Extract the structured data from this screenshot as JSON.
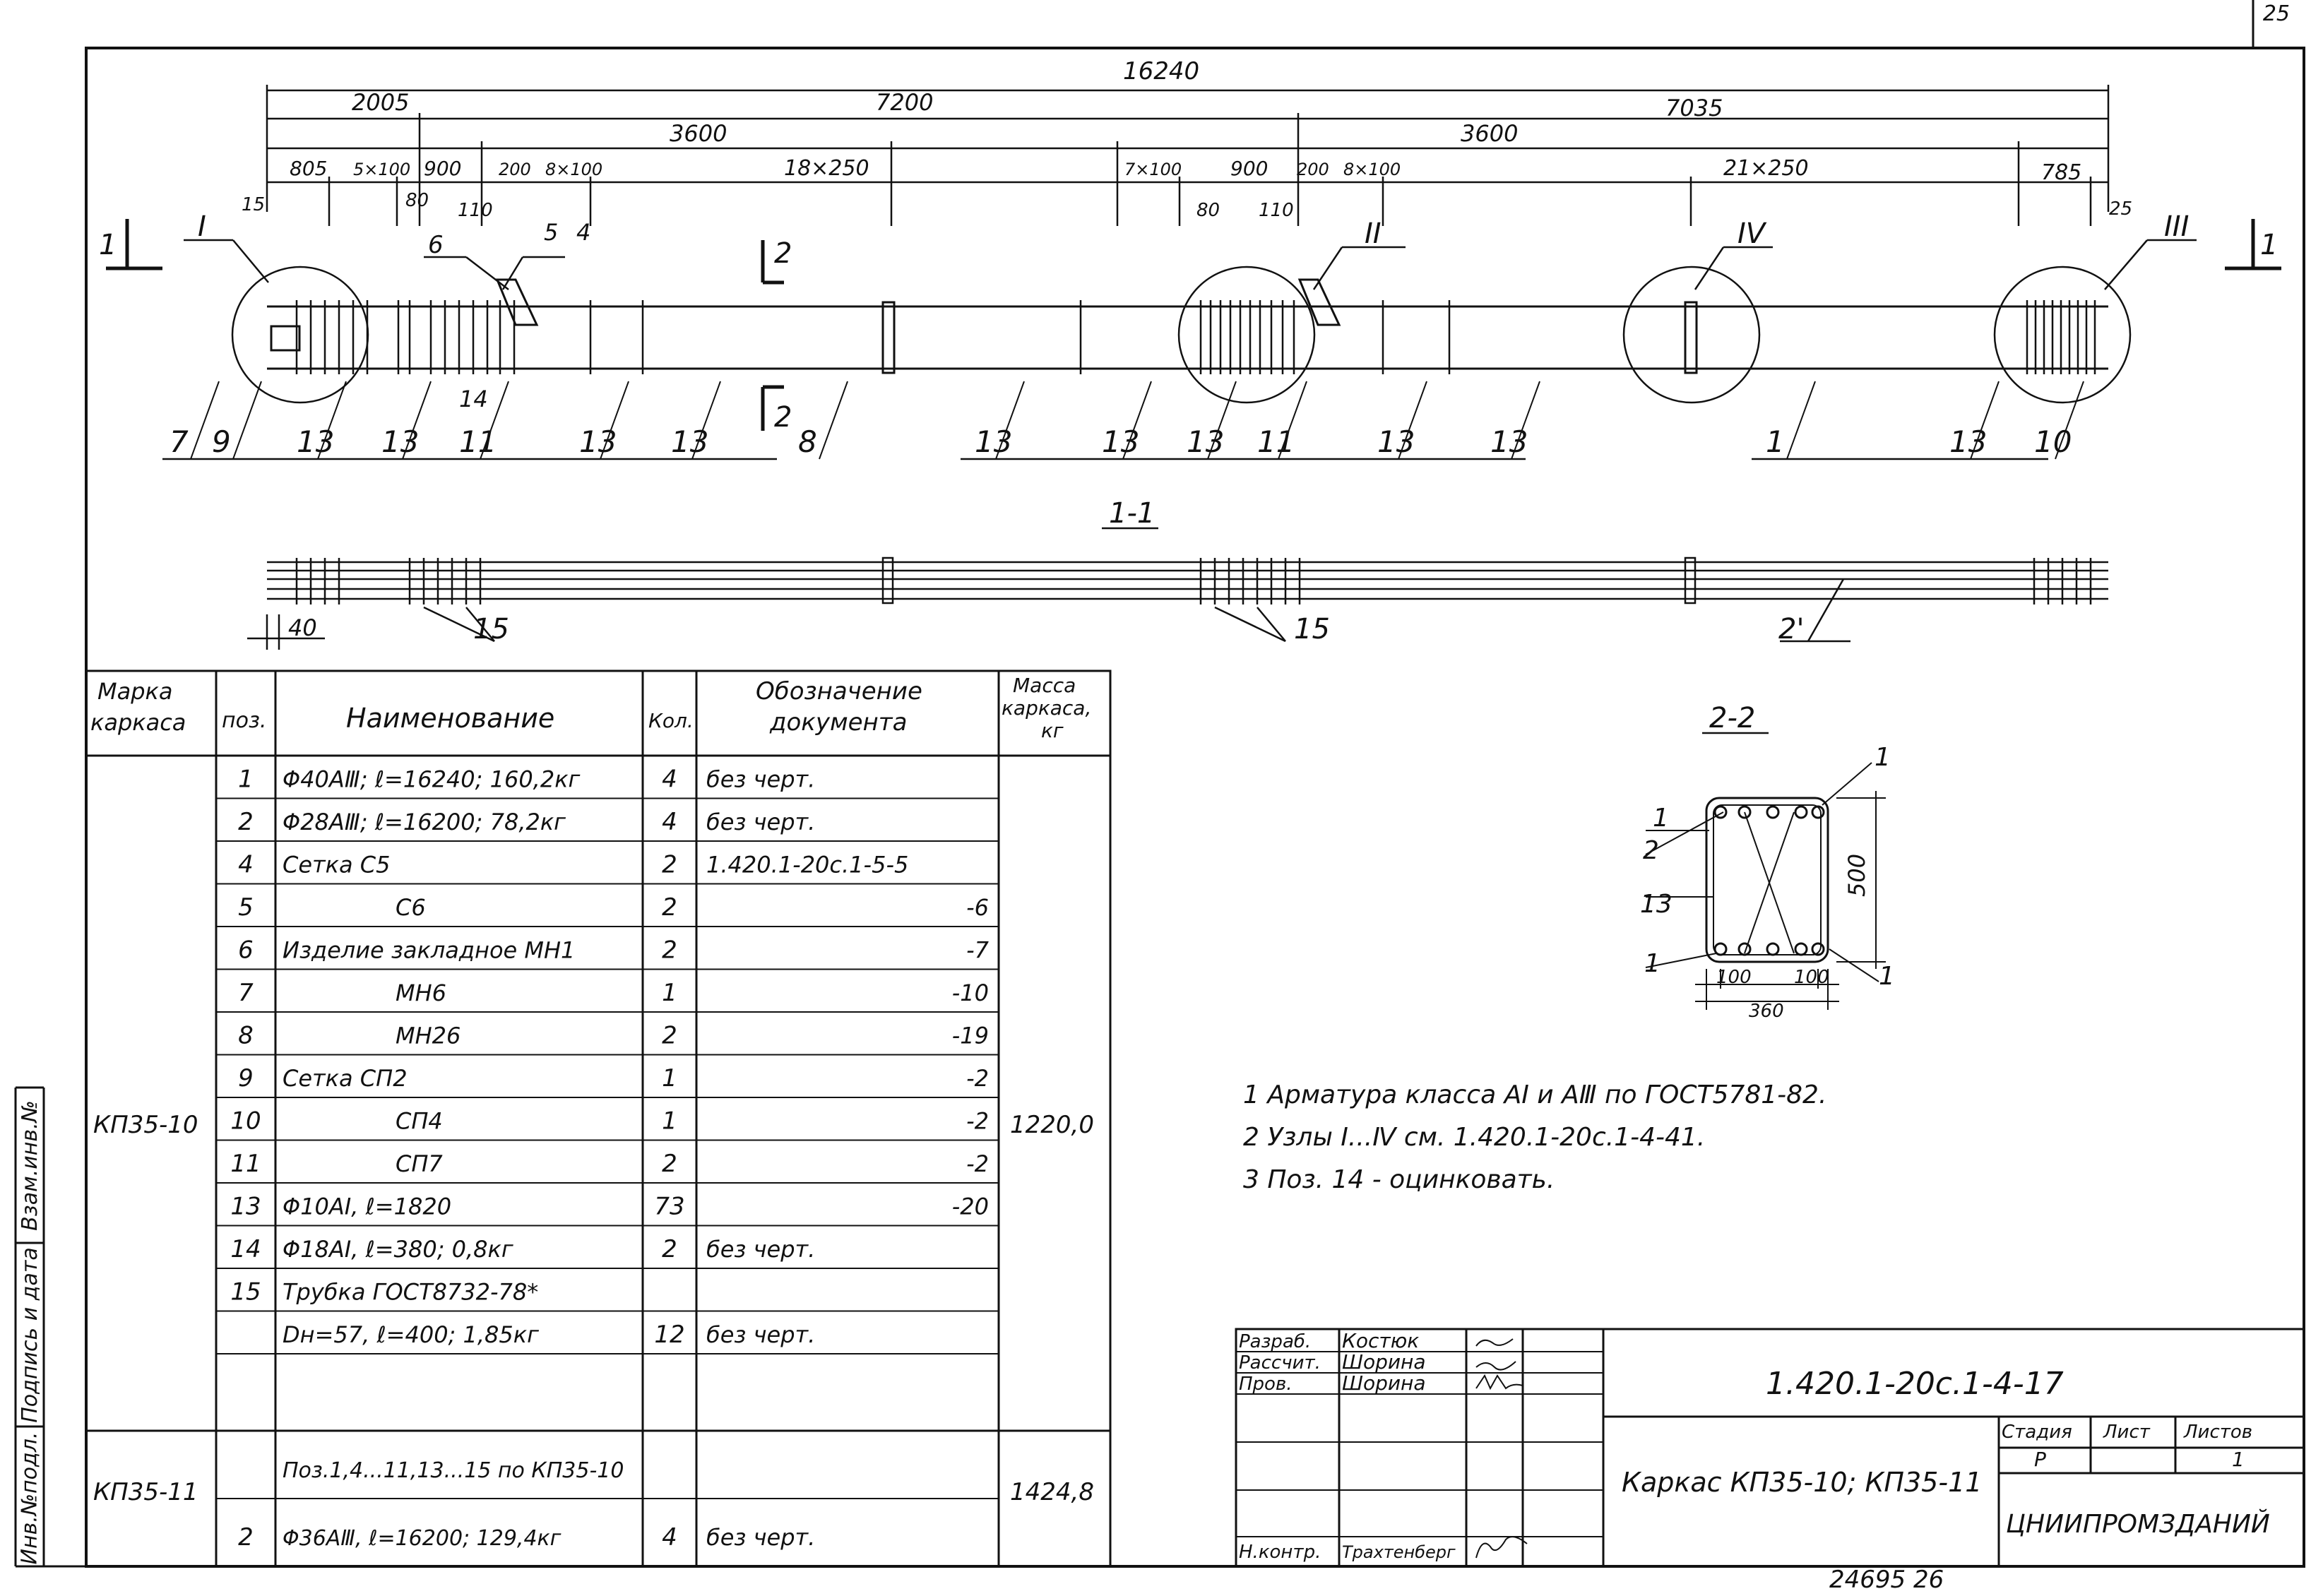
{
  "page_number": "25",
  "dimensions": {
    "total": "16240",
    "left": "2005",
    "middle": "7200",
    "right": "7035",
    "span_left": "3600",
    "span_right": "3600",
    "d805": "805",
    "d5x100": "5×100",
    "d900a": "900",
    "d200a": "200",
    "d8x100a": "8×100",
    "d18x250": "18×250",
    "d7x100": "7×100",
    "d900b": "900",
    "d200b": "200",
    "d8x100b": "8×100",
    "d21x250": "21×250",
    "d785": "785",
    "d15": "15",
    "d80a": "80",
    "d110a": "110",
    "d80b": "80",
    "d110b": "110",
    "d25": "25",
    "d40": "40"
  },
  "callouts": {
    "node1": "I",
    "node2": "II",
    "node3": "III",
    "node4": "IV",
    "p6": "6",
    "p5": "5",
    "p4": "4",
    "p14": "14",
    "bottom": [
      "7",
      "9",
      "13",
      "13",
      "11",
      "13",
      "13",
      "8",
      "13",
      "13",
      "13",
      "11",
      "13",
      "13",
      "1",
      "13",
      "10"
    ],
    "section_mark": "2",
    "cut_left": "1",
    "cut_right": "1"
  },
  "section_1_1": {
    "title": "1-1",
    "p15a": "15",
    "p15b": "15",
    "p2": "2'"
  },
  "section_2_2": {
    "title": "2-2",
    "height": "500",
    "width": "360",
    "d100a": "100",
    "d100b": "100",
    "labels": {
      "top_right": "1",
      "left_1": "1",
      "left_2": "2",
      "left_13": "13",
      "left_bottom": "1",
      "right_bottom": "1"
    }
  },
  "table": {
    "headers": [
      "Марка каркаса",
      "поз.",
      "Наименование",
      "Кол.",
      "Обозначение документа",
      "Масса каркаса, кг"
    ],
    "group1": {
      "mark": "КП35-10",
      "mass": "1220,0",
      "rows": [
        {
          "pos": "1",
          "name": "Φ40АⅢ; ℓ=16240; 160,2кг",
          "qty": "4",
          "doc": "без черт."
        },
        {
          "pos": "2",
          "name": "Φ28АⅢ; ℓ=16200; 78,2кг",
          "qty": "4",
          "doc": "без черт."
        },
        {
          "pos": "4",
          "name": "Сетка С5",
          "qty": "2",
          "doc": "1.420.1-20с.1-5-5"
        },
        {
          "pos": "5",
          "name": "С6",
          "qty": "2",
          "doc": "-6"
        },
        {
          "pos": "6",
          "name": "Изделие закладное МН1",
          "qty": "2",
          "doc": "-7"
        },
        {
          "pos": "7",
          "name": "МН6",
          "qty": "1",
          "doc": "-10"
        },
        {
          "pos": "8",
          "name": "МН26",
          "qty": "2",
          "doc": "-19"
        },
        {
          "pos": "9",
          "name": "Сетка СП2",
          "qty": "1",
          "doc": "-2"
        },
        {
          "pos": "10",
          "name": "СП4",
          "qty": "1",
          "doc": "-2"
        },
        {
          "pos": "11",
          "name": "СП7",
          "qty": "2",
          "doc": "-2"
        },
        {
          "pos": "13",
          "name": "Φ10АⅠ, ℓ=1820",
          "qty": "73",
          "doc": "-20"
        },
        {
          "pos": "14",
          "name": "Φ18АⅠ, ℓ=380; 0,8кг",
          "qty": "2",
          "doc": "без черт."
        },
        {
          "pos": "15",
          "name": "Трубка ГОСТ8732-78*",
          "qty": "",
          "doc": ""
        },
        {
          "pos": "",
          "name": "Dн=57, ℓ=400; 1,85кг",
          "qty": "12",
          "doc": "без черт."
        },
        {
          "pos": "",
          "name": "",
          "qty": "",
          "doc": ""
        }
      ]
    },
    "group2": {
      "mark": "КП35-11",
      "mass": "1424,8",
      "rows": [
        {
          "pos": "",
          "name": "Поз.1,4...11,13...15 по КП35-10",
          "qty": "",
          "doc": ""
        },
        {
          "pos": "2",
          "name": "Φ36АⅢ, ℓ=16200; 129,4кг",
          "qty": "4",
          "doc": "без черт."
        }
      ]
    }
  },
  "notes": [
    "1 Арматура класса АⅠ и АⅢ по ГОСТ5781-82.",
    "2 Узлы Ⅰ...Ⅳ см. 1.420.1-20с.1-4-41.",
    "3 Поз. 14 - оцинковать."
  ],
  "title_block": {
    "roles": [
      "Разраб.",
      "Рассчит.",
      "Пров.",
      "",
      "",
      "Н.контр."
    ],
    "names": [
      "Костюк",
      "Шорина",
      "Шорина",
      "",
      "",
      "Трахтенберг"
    ],
    "code": "1.420.1-20с.1-4-17",
    "title": "Каркас КП35-10; КП35-11",
    "stage_label": "Стадия",
    "sheet_label": "Лист",
    "sheets_label": "Листов",
    "stage": "Р",
    "sheet": "",
    "sheets": "1",
    "org": "ЦНИИПРОМЗДАНИЙ"
  },
  "side_labels": [
    "Инв.№подл.",
    "Подпись и дата",
    "Взам.инв.№"
  ],
  "bottom_code": "24695  26"
}
